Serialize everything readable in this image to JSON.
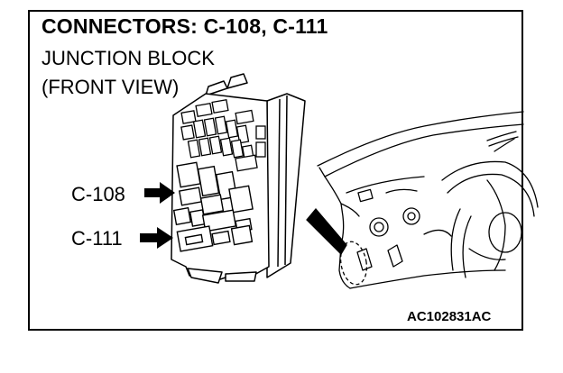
{
  "title": "CONNECTORS: C-108, C-111",
  "subtitle_line1": "JUNCTION BLOCK",
  "subtitle_line2": "(FRONT VIEW)",
  "labels": {
    "c108": "C-108",
    "c111": "C-111"
  },
  "figure_code": "AC102831AC"
}
